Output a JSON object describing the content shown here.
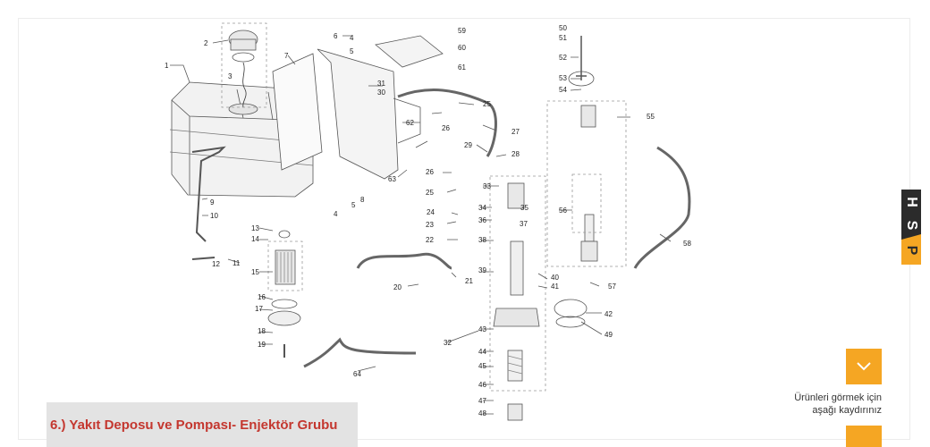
{
  "colors": {
    "accent": "#f5a623",
    "caption_text": "#c4372f",
    "caption_bg": "#e3e3e3"
  },
  "caption": {
    "title": "6.) Yakıt Deposu ve Pompası- Enjektör Grubu"
  },
  "scroll": {
    "button_icon": "chevron-down-icon",
    "hint_line1": "Ürünleri görmek için",
    "hint_line2": "aşağı kaydırınız"
  },
  "brand": {
    "letters": [
      "H",
      "S",
      "P"
    ]
  },
  "diagram": {
    "part_numbers": [
      "1",
      "2",
      "3",
      "4",
      "4",
      "5",
      "5",
      "6",
      "7",
      "8",
      "9",
      "10",
      "11",
      "12",
      "13",
      "14",
      "15",
      "16",
      "17",
      "18",
      "19",
      "20",
      "21",
      "22",
      "23",
      "24",
      "25",
      "25",
      "26",
      "26",
      "27",
      "28",
      "29",
      "30",
      "31",
      "32",
      "33",
      "34",
      "35",
      "36",
      "37",
      "38",
      "39",
      "40",
      "41",
      "42",
      "43",
      "44",
      "45",
      "46",
      "47",
      "48",
      "49",
      "50",
      "51",
      "52",
      "53",
      "54",
      "55",
      "56",
      "57",
      "58",
      "59",
      "60",
      "61",
      "62",
      "63",
      "64"
    ]
  }
}
